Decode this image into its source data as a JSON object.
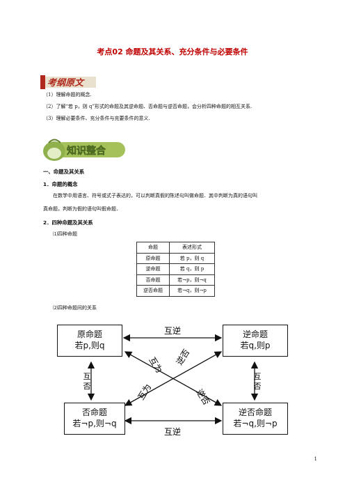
{
  "title": "考点02 命题及其关系、充分条件与必要条件",
  "badge_outline": "考纲原文",
  "outline": [
    "（1）理解命题的概念.",
    "（2）了解“若 p，则 q”形式的命题及其逆命题、否命题与逆否命题，会分析四种命题的相互关系.",
    "（3）理解必要条件、充分条件与充要条件的意义."
  ],
  "badge_knowledge": "知识整合",
  "section1": "一、命题及其关系",
  "sub1": "1．命题的概念",
  "para1_line1": "在数学中用语言、符号或式子表达的，可以判断真假的陈述句叫做命题．其中判断为真的语句叫",
  "para1_line2": "真命题，判断为假的语句叫假命题．",
  "sub2": "2．四种命题及其关系",
  "item1": "⑴四种命题",
  "table": {
    "header": [
      "命题",
      "表述形式"
    ],
    "rows": [
      [
        "原命题",
        "若 p，则 q"
      ],
      [
        "逆命题",
        "若 q，则 p"
      ],
      [
        "否命题",
        "若¬p，则¬q"
      ],
      [
        "逆否命题",
        "若¬q，则¬p"
      ]
    ]
  },
  "item2": "⑵四种命题间的关系",
  "diagram": {
    "tl": {
      "name": "原命题",
      "form": "若p,则q"
    },
    "tr": {
      "name": "逆命题",
      "form": "若q,则p"
    },
    "bl": {
      "name": "否命题",
      "form": "若¬p,则¬q"
    },
    "br": {
      "name": "逆否命题",
      "form": "若¬q,则¬p"
    },
    "top_label": "互逆",
    "bottom_label": "互逆",
    "left_label": [
      "互",
      "否"
    ],
    "right_label": [
      "互",
      "否"
    ],
    "diag_labels": [
      "互为",
      "逆否",
      "互为",
      "逆否"
    ]
  },
  "page_number": "1"
}
